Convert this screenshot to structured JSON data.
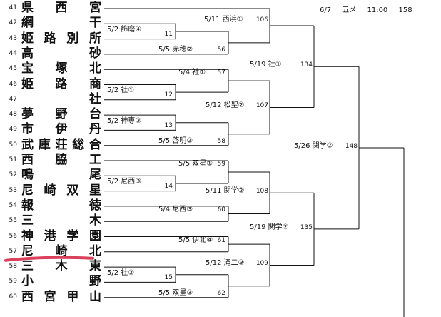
{
  "header": {
    "date": "6/7",
    "venue": "五メ",
    "time": "11:00",
    "game": "158"
  },
  "teams": [
    {
      "no": "41",
      "name": "県西宮"
    },
    {
      "no": "42",
      "name": "網干"
    },
    {
      "no": "43",
      "name": "姫路別所"
    },
    {
      "no": "44",
      "name": "高砂"
    },
    {
      "no": "45",
      "name": "宝塚北"
    },
    {
      "no": "46",
      "name": "姫路商"
    },
    {
      "no": "47",
      "name": "社"
    },
    {
      "no": "48",
      "name": "夢野台"
    },
    {
      "no": "49",
      "name": "市伊丹"
    },
    {
      "no": "50",
      "name": "武庫荘総合"
    },
    {
      "no": "51",
      "name": "西脇工"
    },
    {
      "no": "52",
      "name": "鳴尾"
    },
    {
      "no": "53",
      "name": "尼崎双星"
    },
    {
      "no": "54",
      "name": "報徳"
    },
    {
      "no": "55",
      "name": "三木"
    },
    {
      "no": "56",
      "name": "神港学園"
    },
    {
      "no": "57",
      "name": "尼崎北"
    },
    {
      "no": "58",
      "name": "三木東"
    },
    {
      "no": "59",
      "name": "小野"
    },
    {
      "no": "60",
      "name": "西宮甲山"
    }
  ],
  "r1": [
    {
      "text": "5/2 飾磨④",
      "no": "11"
    },
    {
      "text": "5/2 社①",
      "no": "12"
    },
    {
      "text": "5/2 神専③",
      "no": "13"
    },
    {
      "text": "5/2 尼西③",
      "no": "14"
    },
    {
      "text": "5/2 社②",
      "no": "15"
    }
  ],
  "r2": [
    {
      "text": "5/5 赤穂②",
      "no": "56"
    },
    {
      "text": "5/4 社①",
      "no": "57"
    },
    {
      "text": "5/5 啓明②",
      "no": "58"
    },
    {
      "text": "5/5 双星①",
      "no": "59"
    },
    {
      "text": "5/4 尼西③",
      "no": "60"
    },
    {
      "text": "5/5 伊北④",
      "no": "61"
    },
    {
      "text": "5/5 双星③",
      "no": "62"
    }
  ],
  "r3": [
    {
      "text": "5/11 西浜①",
      "no": "106"
    },
    {
      "text": "5/12 松聖②",
      "no": "107"
    },
    {
      "text": "5/11 関学②",
      "no": "108"
    },
    {
      "text": "5/12 滝二③",
      "no": "109"
    }
  ],
  "r4": [
    {
      "text": "5/19 社①",
      "no": "134"
    },
    {
      "text": "5/19 関学②",
      "no": "135"
    }
  ],
  "r5": [
    {
      "text": "5/26 関学②",
      "no": "148"
    }
  ],
  "colors": {
    "line": "#111111",
    "marker": "#d9405a"
  }
}
